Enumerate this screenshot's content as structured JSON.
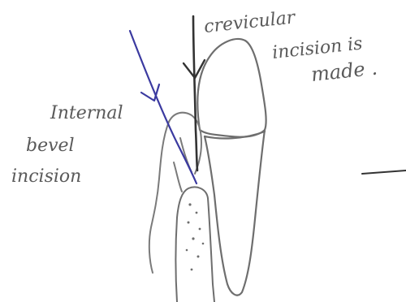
{
  "labels": {
    "crevicular_line1": "crevicular",
    "crevicular_line2": "incision is",
    "crevicular_line3": "made .",
    "internal_line1": "Internal",
    "internal_line2": "bevel",
    "internal_line3": "incision"
  },
  "colors": {
    "pencil": "#6e6e6e",
    "ink": "#3b3aa0",
    "stroke_dark": "#333333"
  }
}
